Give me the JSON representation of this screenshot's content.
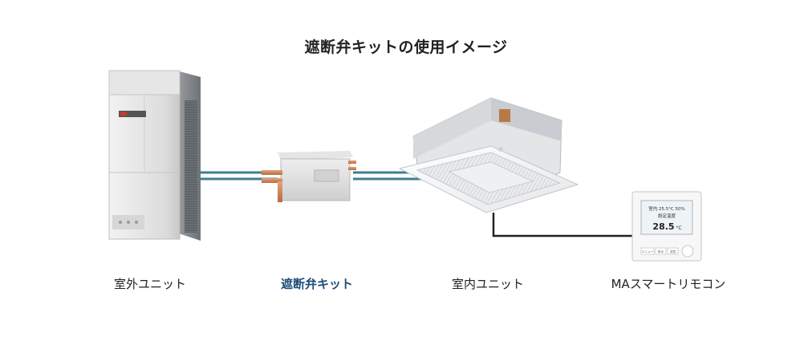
{
  "title": "遮断弁キットの使用イメージ",
  "components": [
    {
      "label": "室外ユニット",
      "highlight": false
    },
    {
      "label": "遮断弁キット",
      "highlight": true
    },
    {
      "label": "室内ユニット",
      "highlight": false
    },
    {
      "label": "MAスマートリモコン",
      "highlight": false
    }
  ],
  "remote_display": {
    "line1": "室内 25.5°C 50%",
    "line2": "設定温度",
    "temp": "28.5",
    "unit": "°C"
  },
  "remote_buttons": [
    "メニュー",
    "戻る",
    "決定"
  ],
  "colors": {
    "highlight_label": "#1f4e79",
    "refrigerant_pipe": "#3f7f90",
    "control_wire": "#222222"
  }
}
